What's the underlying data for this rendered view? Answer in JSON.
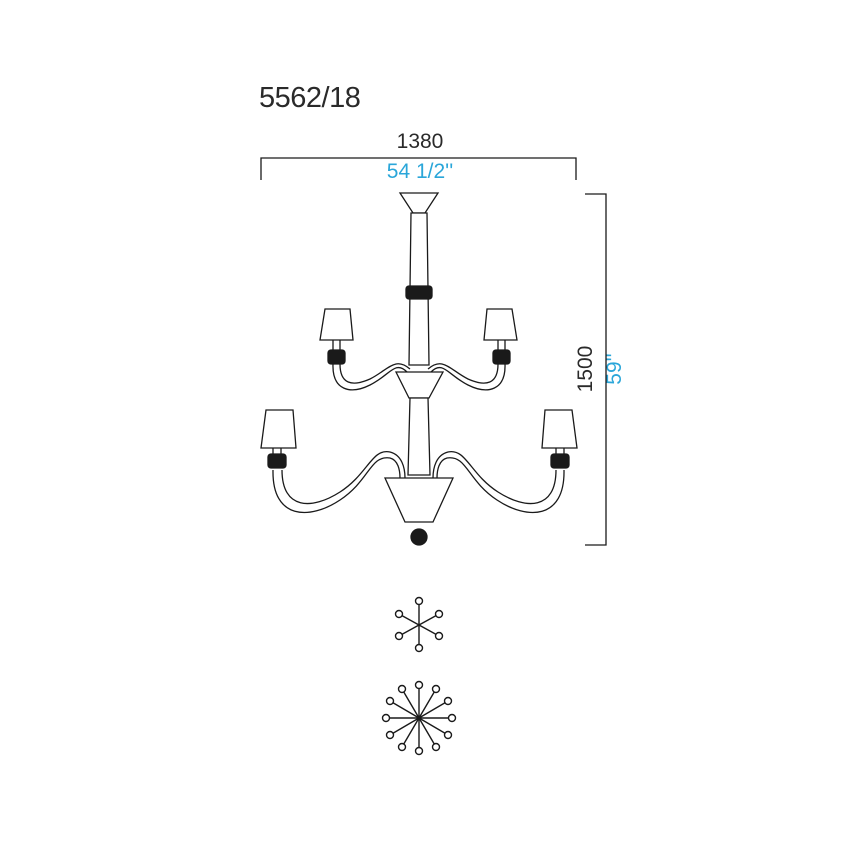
{
  "drawing": {
    "model_code": "5562/18",
    "width": {
      "mm": "1380",
      "inches": "54 1/2''"
    },
    "height": {
      "mm": "1500",
      "inches": "59''"
    },
    "colors": {
      "line": "#1a1a1a",
      "text": "#2a2a2a",
      "imperial": "#2aa6d9"
    },
    "top_views": [
      {
        "name": "upper-tier-plan",
        "arms": 6
      },
      {
        "name": "lower-tier-plan",
        "arms": 12
      }
    ]
  }
}
